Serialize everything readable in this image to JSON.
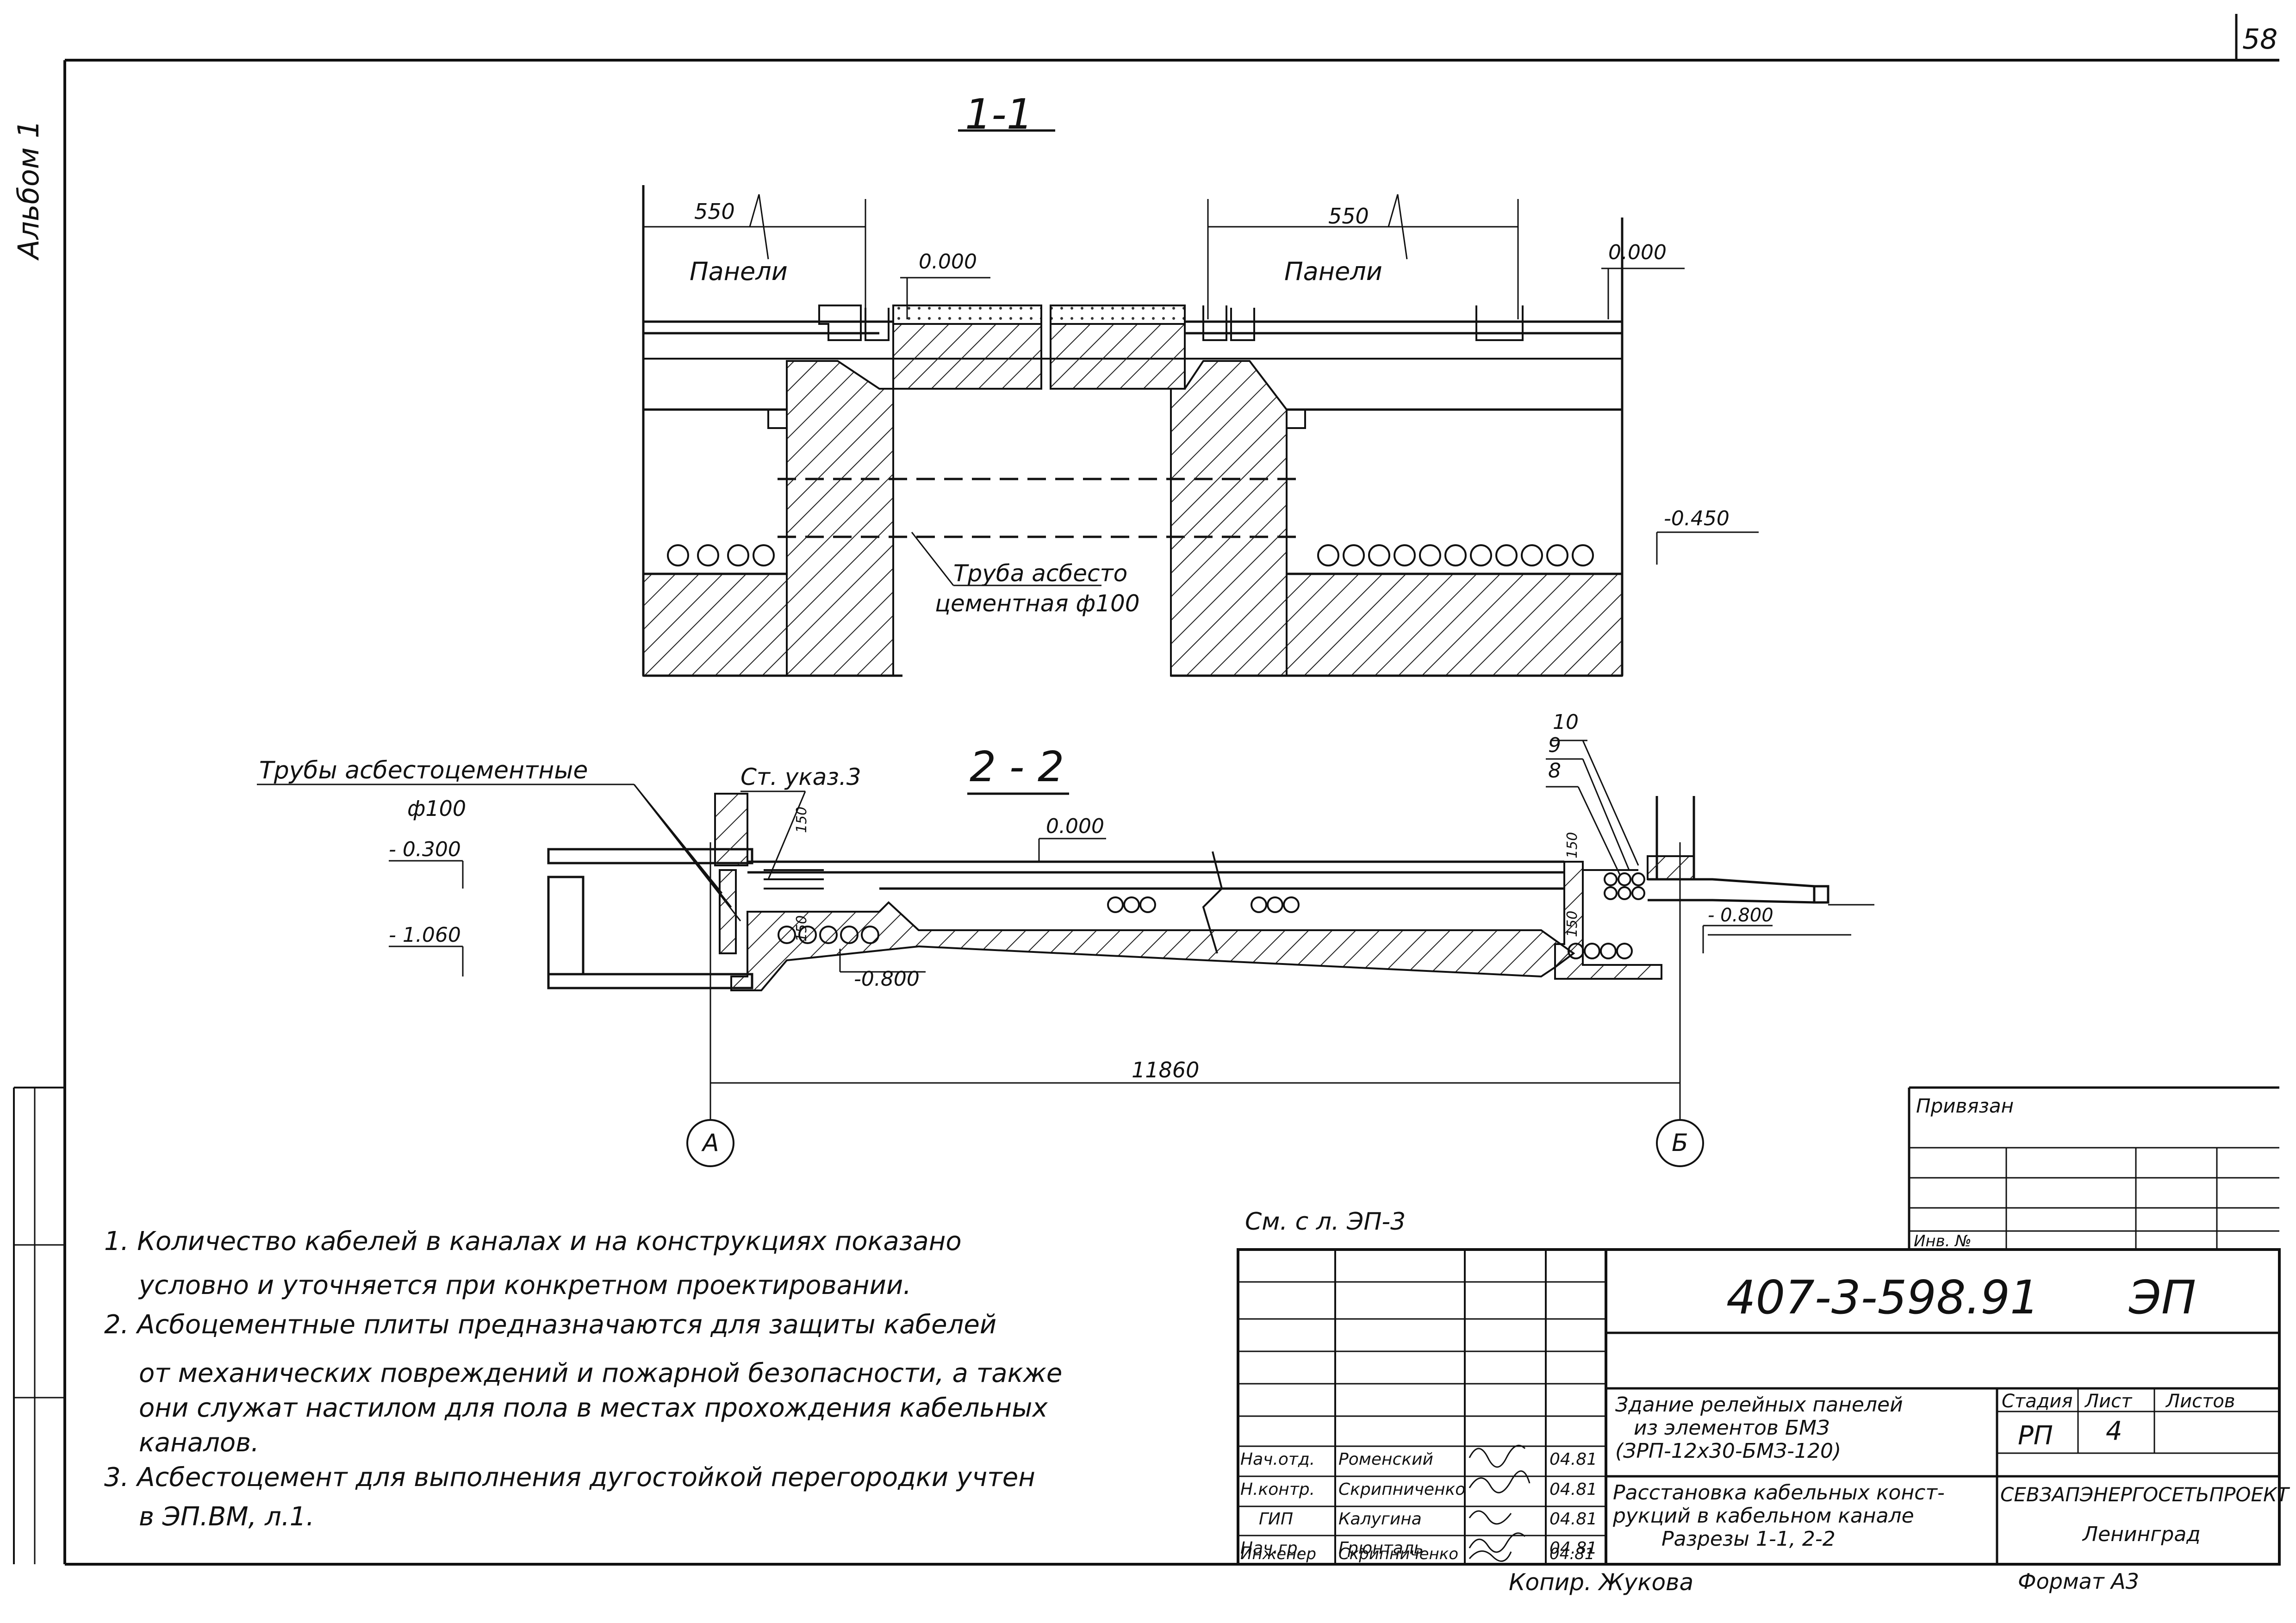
{
  "sheet_corner_number": "58",
  "side_label": "Альбом 1",
  "section_1_1": {
    "title": "1-1",
    "dim_left": "550",
    "dim_right": "550",
    "panels_left": "Панели",
    "panels_right": "Панели",
    "level_left": "0.000",
    "level_right": "0.000",
    "level_bottom": "-0.450",
    "pipe_label_1": "Труба асбесто",
    "pipe_label_2": "цементная ф100"
  },
  "section_2_2": {
    "title": "2 - 2",
    "pipes_label": "Трубы асбестоцементные",
    "pipes_dia": "ф100",
    "see_note": "Ст. указ.3",
    "level_top": "0.000",
    "level_m300": "- 0.300",
    "level_m1060": "- 1.060",
    "level_m800_left": "-0.800",
    "level_m800_right": "- 0.800",
    "dim_150_a": "150",
    "dim_150_b": "150",
    "dim_150_c": "150",
    "dim_150_d": "150",
    "pos_10": "10",
    "pos_9": "9",
    "pos_8": "8",
    "span": "11860",
    "axis_a": "А",
    "axis_b": "Б"
  },
  "notes": {
    "line1": "1. Количество кабелей в каналах и на конструкциях показано",
    "line2": "условно и уточняется при конкретном проектировании.",
    "line3": "2. Асбоцементные плиты предназначаются для защиты кабелей",
    "line4": "от механических повреждений и пожарной безопасности, а также",
    "line5": "они служат настилом для пола в местах прохождения кабельных",
    "line6": "каналов.",
    "line7": "3. Асбестоцемент для выполнения дугостойкой перегородки учтен",
    "line8": "в ЭП.ВМ, л.1."
  },
  "see_sheet": "См. с л. ЭП-3",
  "title_block": {
    "privyazan": "Привязан",
    "inv_no": "Инв. №",
    "doc_number": "407-3-598.91",
    "doc_mark": "ЭП",
    "building_1": "Здание релейных панелей",
    "building_2": "из элементов БМЗ",
    "building_3": "(ЗРП-12х30-БМЗ-120)",
    "sheet_title_1": "Расстановка кабельных конст-",
    "sheet_title_2": "рукций в кабельном канале",
    "sheet_title_3": "Разрезы 1-1, 2-2",
    "stage_header": "Стадия",
    "sheet_header": "Лист",
    "sheets_header": "Листов",
    "stage": "РП",
    "sheet": "4",
    "org": "СЕВЗАПЭНЕРГОСЕТЬПРОЕКТ",
    "city": "Ленинград",
    "people": [
      {
        "role": "Нач.отд.",
        "name": "Роменский",
        "date": "04.81"
      },
      {
        "role": "Н.контр.",
        "name": "Скрипниченко",
        "date": "04.81"
      },
      {
        "role": "ГИП",
        "name": "Калугина",
        "date": "04.81"
      },
      {
        "role": "Нач.гр.",
        "name": "Грюнталь",
        "date": "04.81"
      },
      {
        "role": "Инженер",
        "name": "Скрипниченко",
        "date": "04.81"
      }
    ],
    "copied": "Копир. Жукова",
    "format": "Формат А3"
  }
}
